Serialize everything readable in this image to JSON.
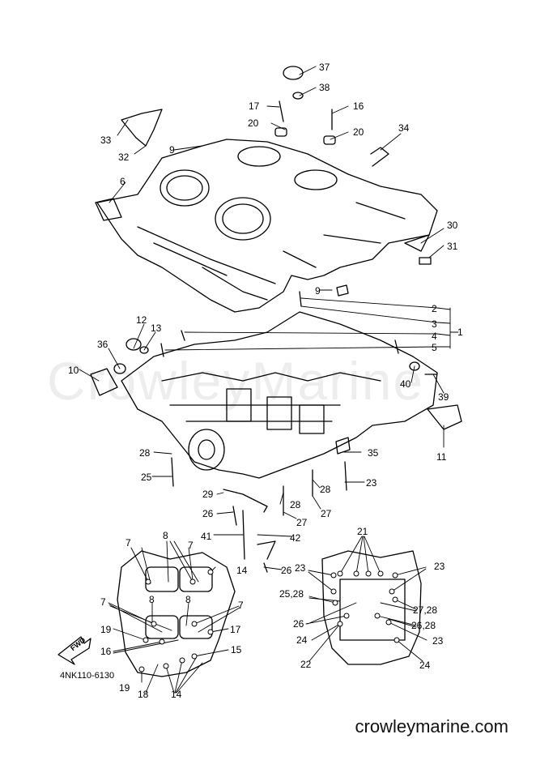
{
  "colors": {
    "line": "#000000",
    "background": "#ffffff",
    "watermark": "#e9e9e9"
  },
  "figure_code": "4NK110-6130",
  "site_url": "crowleymarine.com",
  "watermark_text": "CrowleyMarine",
  "fwd_label": "FWD",
  "callouts": [
    "37",
    "38",
    "17",
    "16",
    "20",
    "20",
    "34",
    "33",
    "32",
    "9",
    "6",
    "30",
    "31",
    "9",
    "2",
    "3",
    "1",
    "4",
    "5",
    "12",
    "13",
    "36",
    "10",
    "40",
    "39",
    "11",
    "28",
    "35",
    "25",
    "23",
    "28",
    "27",
    "29",
    "28",
    "26",
    "27",
    "41",
    "42",
    "26",
    "7",
    "8",
    "7",
    "14",
    "21",
    "23",
    "23",
    "25,28",
    "7",
    "8",
    "8",
    "7",
    "27,28",
    "26",
    "26,28",
    "19",
    "17",
    "24",
    "23",
    "16",
    "15",
    "22",
    "24",
    "19",
    "18",
    "14"
  ]
}
